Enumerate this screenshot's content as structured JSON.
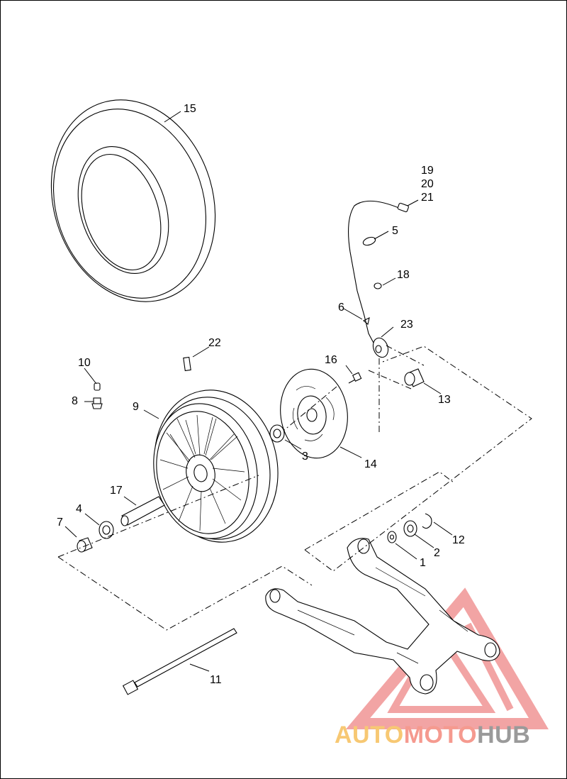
{
  "diagram": {
    "callouts": [
      {
        "id": "c1",
        "text": "1"
      },
      {
        "id": "c2",
        "text": "2"
      },
      {
        "id": "c3",
        "text": "3"
      },
      {
        "id": "c4",
        "text": "4"
      },
      {
        "id": "c5",
        "text": "5"
      },
      {
        "id": "c6",
        "text": "6"
      },
      {
        "id": "c7",
        "text": "7"
      },
      {
        "id": "c8",
        "text": "8"
      },
      {
        "id": "c9",
        "text": "9"
      },
      {
        "id": "c10",
        "text": "10"
      },
      {
        "id": "c11",
        "text": "11"
      },
      {
        "id": "c12",
        "text": "12"
      },
      {
        "id": "c13",
        "text": "13"
      },
      {
        "id": "c14",
        "text": "14"
      },
      {
        "id": "c15",
        "text": "15"
      },
      {
        "id": "c16",
        "text": "16"
      },
      {
        "id": "c17",
        "text": "17"
      },
      {
        "id": "c18",
        "text": "18"
      },
      {
        "id": "c19",
        "text": "19"
      },
      {
        "id": "c20",
        "text": "20"
      },
      {
        "id": "c21",
        "text": "21"
      },
      {
        "id": "c22",
        "text": "22"
      },
      {
        "id": "c23",
        "text": "23"
      }
    ]
  },
  "watermark": {
    "part1": "AUTO",
    "part2": "MOTO",
    "part3": "HUB",
    "color_part1": "#f7c873",
    "color_part2": "#f59a8f",
    "color_part3": "#9a9a9a",
    "triangle_color": "#e85a5a"
  }
}
